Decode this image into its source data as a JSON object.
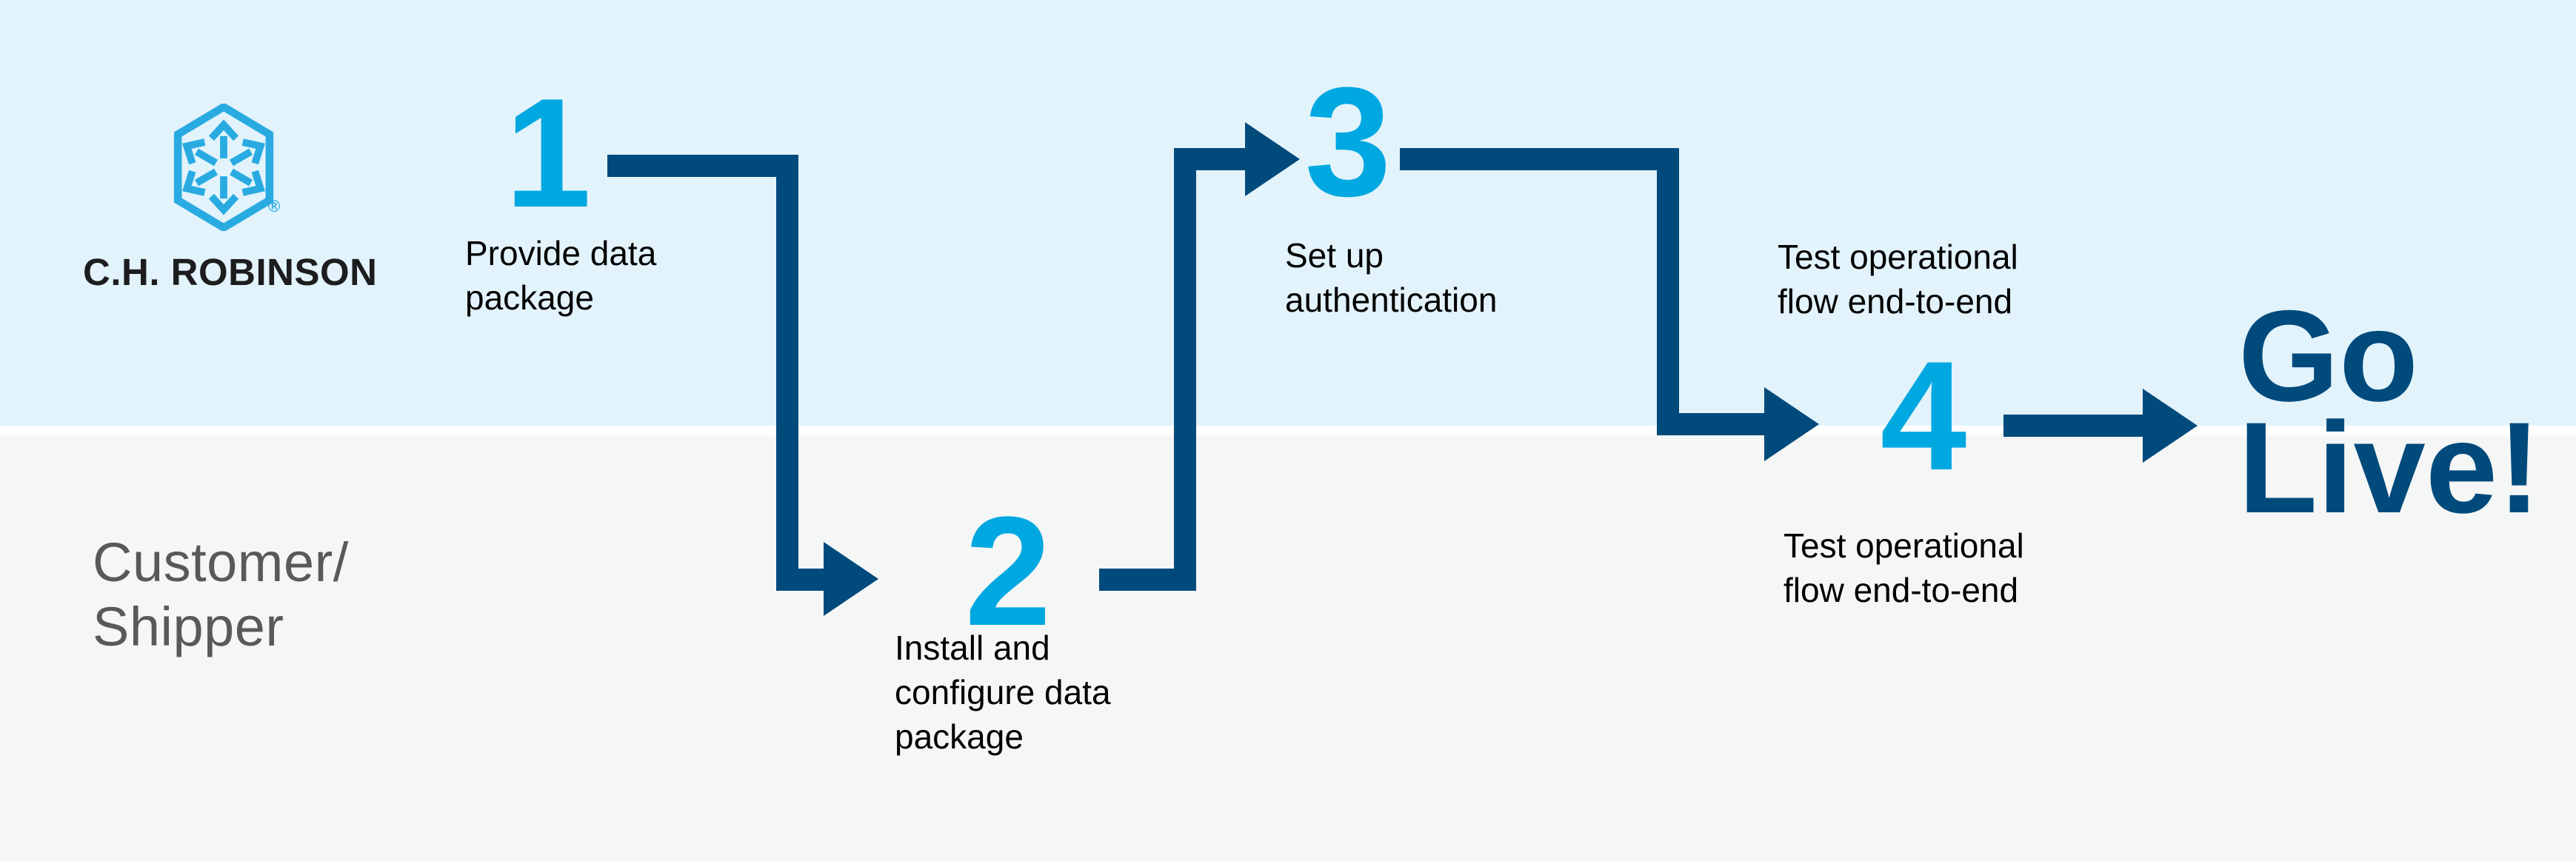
{
  "colors": {
    "navy": "#004A7C",
    "cyan": "#00A8E1",
    "logo_blue": "#29ABE2",
    "lane_top_bg": "#E2F3FB",
    "lane_bottom_bg": "#F5F6F6",
    "divider": "#FFFFFF",
    "label_text": "#000000",
    "customer_text": "#58595B",
    "brand_text": "#1D1D1F"
  },
  "brand": {
    "name": "C.H. ROBINSON",
    "registered_mark": "®"
  },
  "lanes": {
    "customer_label": "Customer/\nShipper"
  },
  "steps": [
    {
      "number": "1",
      "label": "Provide data\npackage"
    },
    {
      "number": "2",
      "label": "Install and\nconfigure data\npackage"
    },
    {
      "number": "3",
      "label": "Set up\nauthentication"
    },
    {
      "number": "4",
      "label_top": "Test operational\nflow end-to-end",
      "label_bottom": "Test operational\nflow end-to-end"
    }
  ],
  "outcome": {
    "label": "Go\nLive!"
  }
}
